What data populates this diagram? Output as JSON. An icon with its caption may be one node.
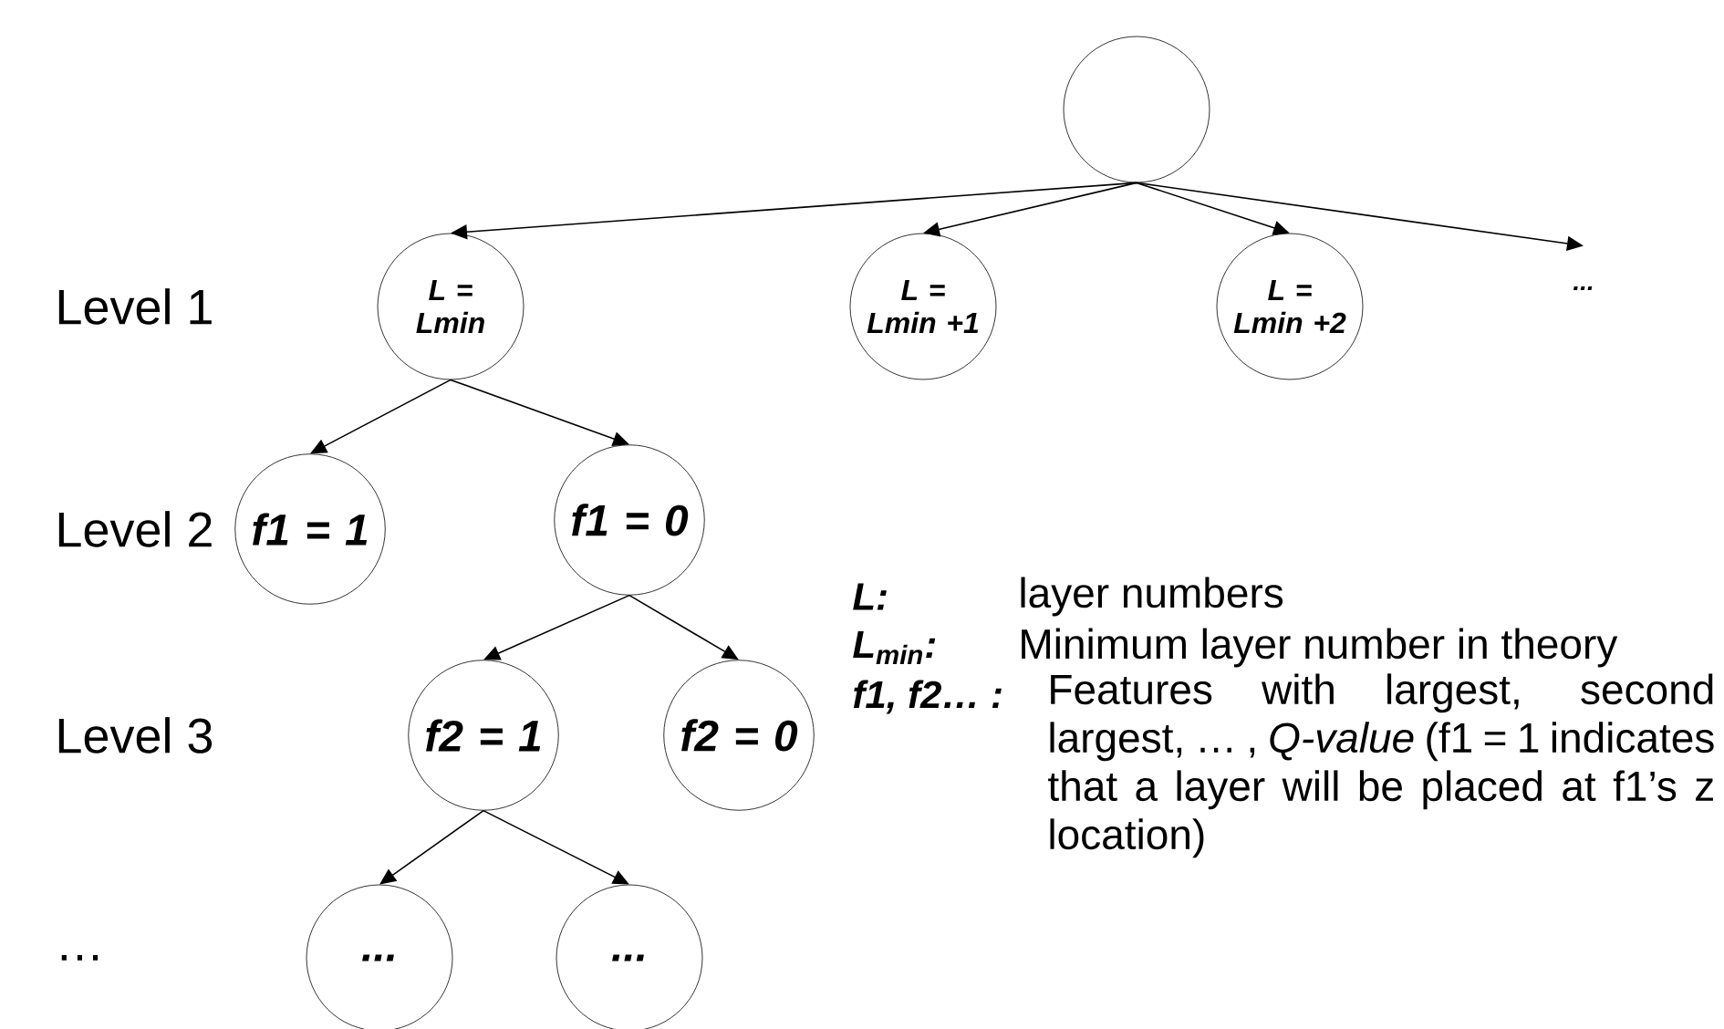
{
  "diagram": {
    "nodes": [
      {
        "text": [],
        "shape": "circle"
      },
      {
        "text": [
          "L = Lmin"
        ]
      },
      {
        "text": [
          "L = Lmin +1"
        ]
      },
      {
        "text": [
          "L = Lmin +2"
        ]
      },
      {
        "text": [
          "..."
        ]
      },
      {
        "text": [
          "f1 = 1"
        ]
      },
      {
        "text": [
          "f1 = 0"
        ]
      },
      {
        "text": [
          "f2 = 1"
        ]
      },
      {
        "text": [
          "f2 = 0"
        ]
      },
      {
        "text": [
          "..."
        ]
      },
      {
        "text": [
          "..."
        ]
      }
    ],
    "edges": [
      {
        "from": 0,
        "to": 1,
        "arrow": "to"
      },
      {
        "from": 0,
        "to": 2,
        "arrow": "to"
      },
      {
        "from": 0,
        "to": 3,
        "arrow": "to"
      },
      {
        "from": 0,
        "to": 4,
        "arrow": "to"
      },
      {
        "from": 1,
        "to": 5,
        "arrow": "to"
      },
      {
        "from": 1,
        "to": 6,
        "arrow": "to"
      },
      {
        "from": 6,
        "to": 7,
        "arrow": "to"
      },
      {
        "from": 6,
        "to": 8,
        "arrow": "to"
      },
      {
        "from": 7,
        "to": 9,
        "arrow": "to"
      },
      {
        "from": 7,
        "to": 10,
        "arrow": "to"
      }
    ],
    "labels": [
      "Level 1",
      "Level 2",
      "Level 3",
      "…",
      "L:",
      "layer numbers",
      "L$_{min}$:",
      "Minimum layer number in theory",
      "f1, f2… :",
      "Features with largest, second largest, … , *Q-value* (f1 = 1 indicates that a layer will be placed at f1’s z location)"
    ]
  }
}
